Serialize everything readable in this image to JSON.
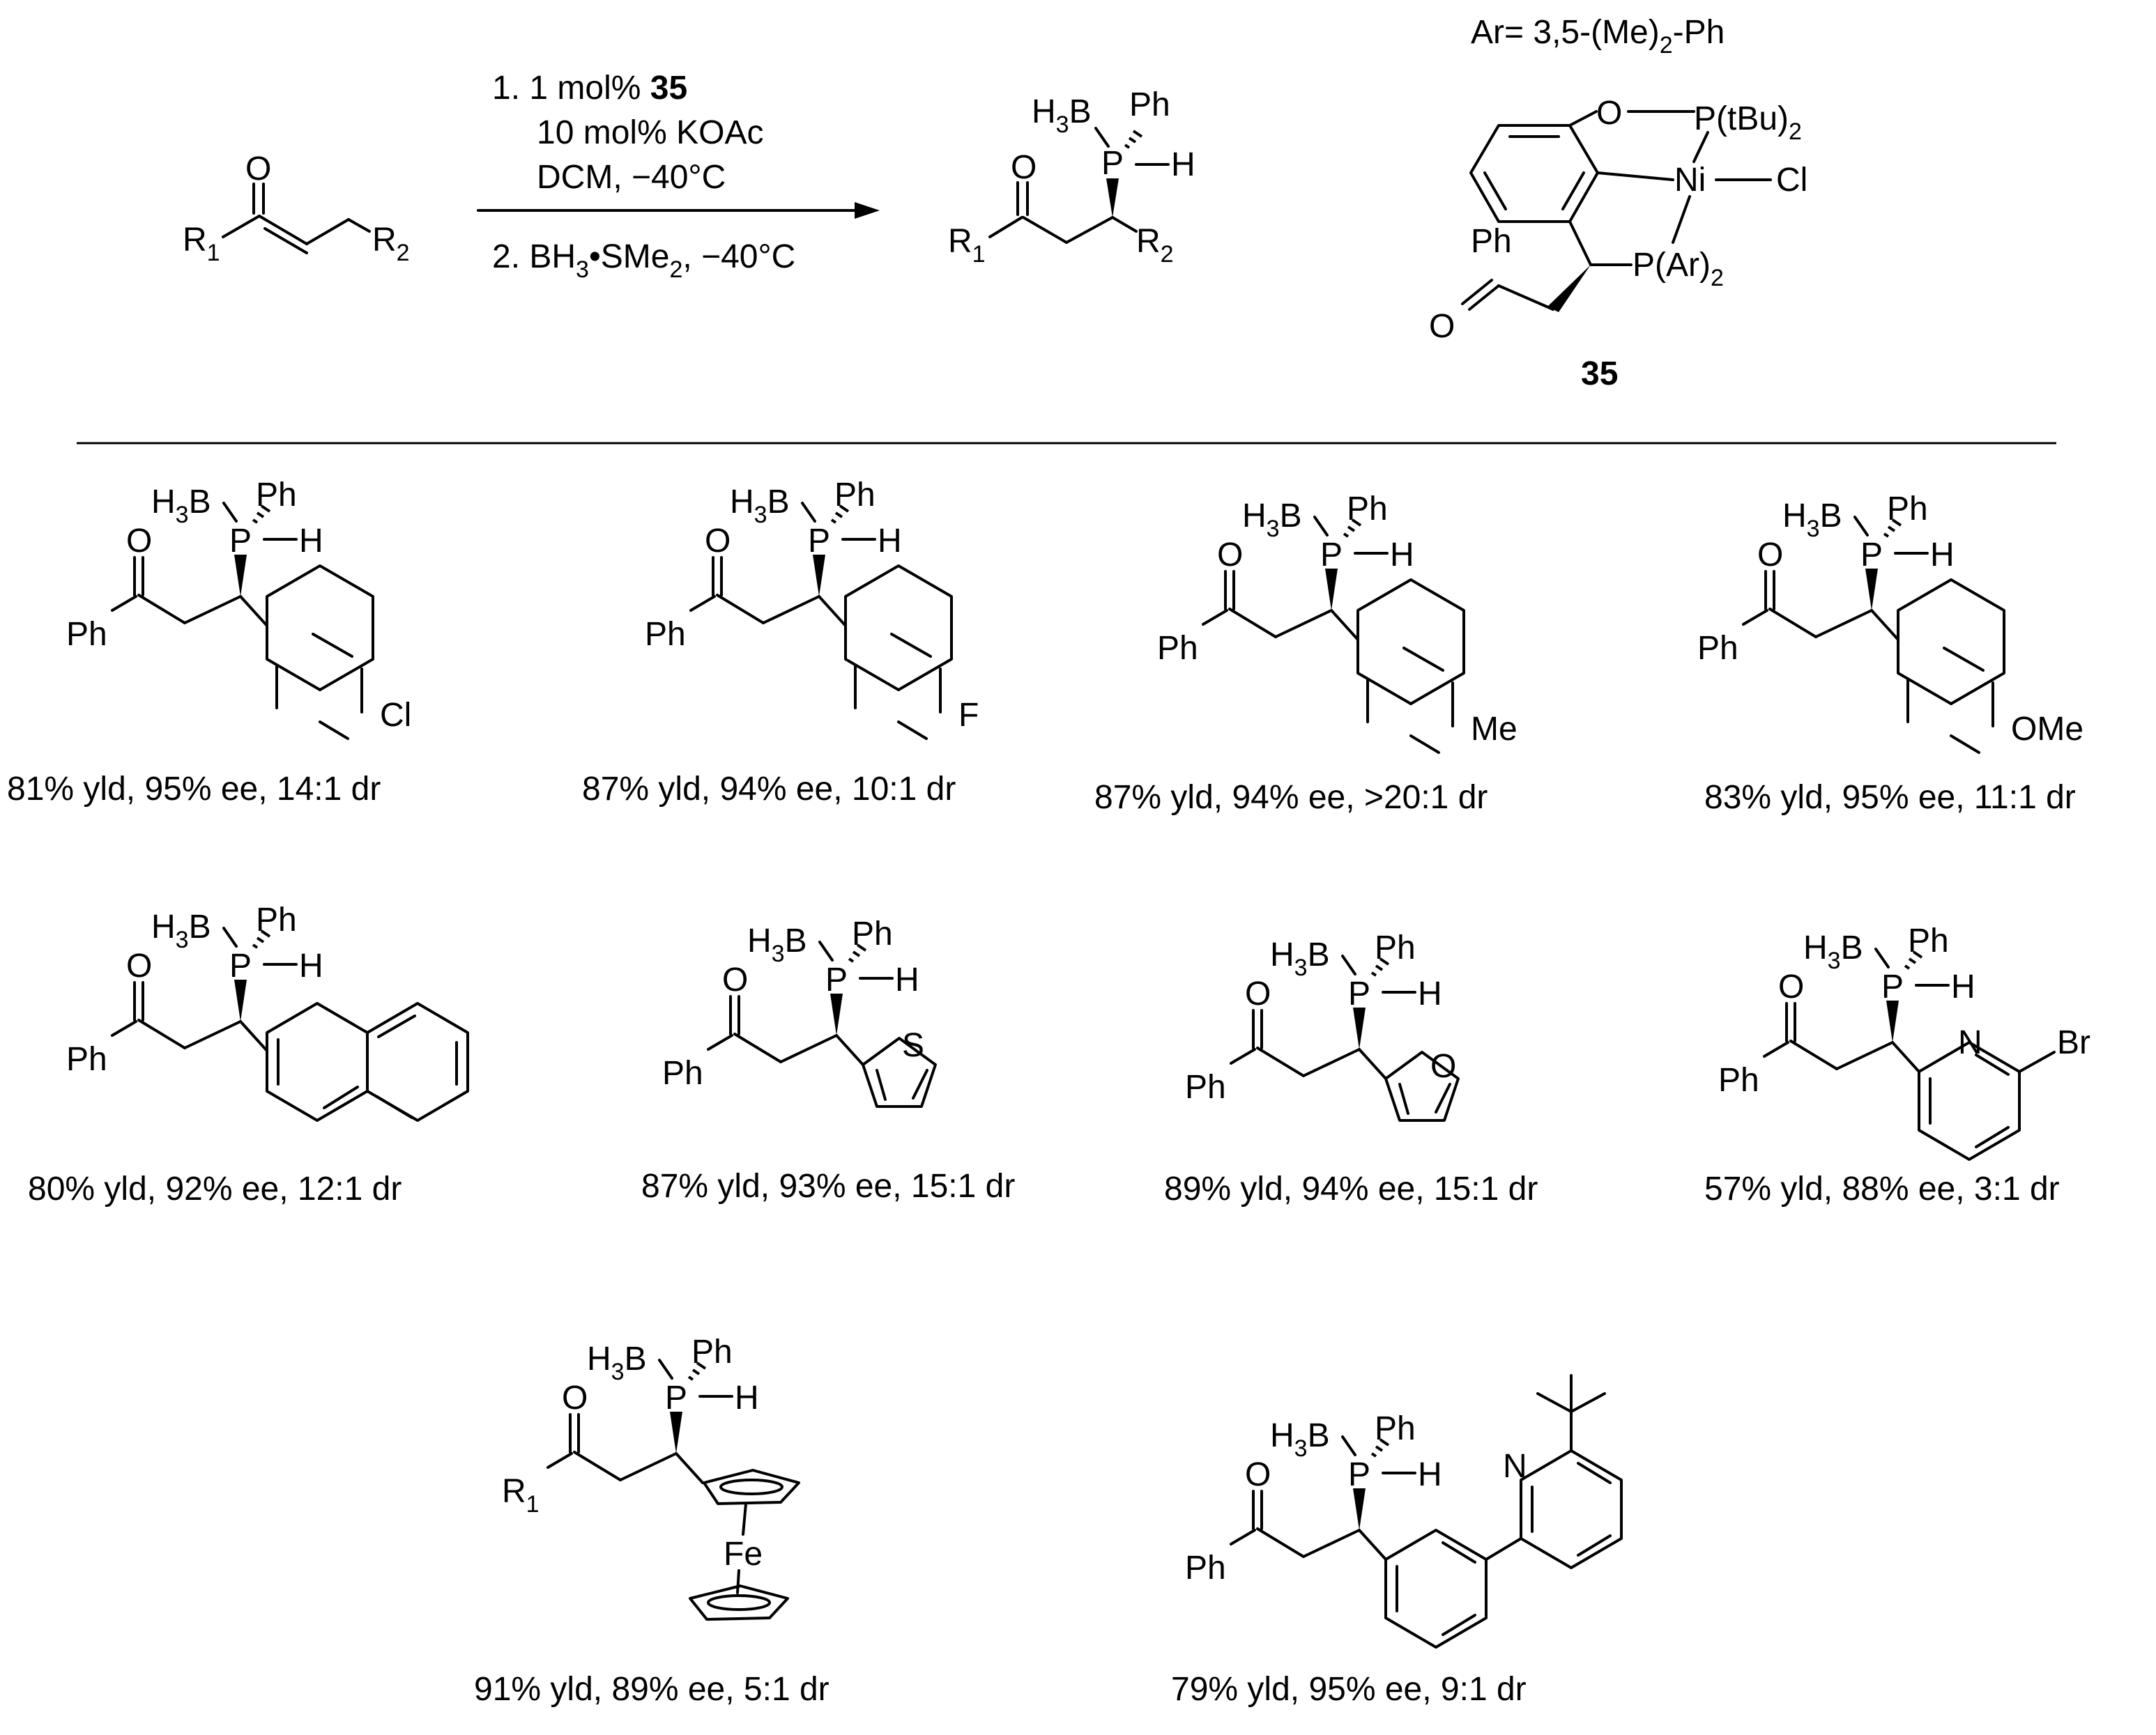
{
  "conditions": {
    "step1_line1_pre": "1. 1 mol% ",
    "step1_line1_bold": "35",
    "step1_line2": "10 mol% KOAc",
    "step1_line3": "DCM, −40°C",
    "step2_pre": "2. BH",
    "step2_sub": "3",
    "step2_post": "•SMe",
    "step2_sub2": "2",
    "step2_tail": ",  −40°C"
  },
  "substrate": {
    "o": "O",
    "r1": "R",
    "r1_sub": "1",
    "r2": "R",
    "r2_sub": "2"
  },
  "product": {
    "h3b": "H",
    "h3b_sub": "3",
    "h3b_b": "B",
    "ph": "Ph",
    "p": "P",
    "h": "H",
    "o": "O",
    "r1": "R",
    "r1_sub": "1",
    "r2": "R",
    "r2_sub": "2"
  },
  "catalyst": {
    "ar_def_pre": "Ar= 3,5-(Me)",
    "ar_def_sub": "2",
    "ar_def_post": "-Ph",
    "o": "O",
    "ptbu": "P(tBu)",
    "ptbu_sub": "2",
    "ni": "Ni",
    "cl": "Cl",
    "par": "P(Ar)",
    "par_sub": "2",
    "ph": "Ph",
    "o2": "O",
    "label": "35"
  },
  "common": {
    "h3b_h": "H",
    "h3b_sub": "3",
    "h3b_b": "B",
    "ph": "Ph",
    "p": "P",
    "h": "H",
    "o": "O"
  },
  "entries": [
    {
      "aryl": "4-Cl",
      "sub": "Cl",
      "result": "81% yld, 95% ee, 14:1 dr"
    },
    {
      "aryl": "4-F",
      "sub": "F",
      "result": "87% yld, 94% ee, 10:1 dr"
    },
    {
      "aryl": "4-Me",
      "sub": "Me",
      "result": "87% yld, 94% ee, >20:1 dr"
    },
    {
      "aryl": "4-OMe",
      "sub": "OMe",
      "result": "83% yld, 95% ee, 11:1 dr"
    },
    {
      "aryl": "2-naphthyl",
      "result": "80% yld, 92% ee, 12:1 dr"
    },
    {
      "aryl": "2-thienyl",
      "het": "S",
      "result": "87% yld, 93% ee, 15:1 dr"
    },
    {
      "aryl": "2-furyl",
      "het": "O",
      "result": "89% yld, 94% ee, 15:1 dr"
    },
    {
      "aryl": "6-Br-pyridyl",
      "het": "N",
      "sub": "Br",
      "result": "57% yld, 88% ee, 3:1 dr"
    },
    {
      "aryl": "ferrocenyl",
      "fe": "Fe",
      "r1": "R",
      "r1_sub": "1",
      "result": "91% yld, 89% ee, 5:1 dr"
    },
    {
      "aryl": "pyridylphenyl",
      "het": "N",
      "result": "79% yld, 95% ee, 9:1 dr"
    }
  ]
}
